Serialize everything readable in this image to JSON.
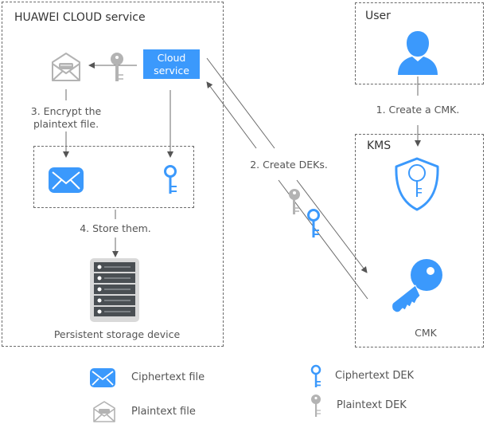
{
  "diagram": {
    "groups": {
      "cloud_service_group": "HUAWEI CLOUD service",
      "user_group": "User",
      "kms_group": "KMS"
    },
    "nodes": {
      "cloud_service_line1": "Cloud",
      "cloud_service_line2": "service",
      "storage_label": "Persistent storage device",
      "cmk_label": "CMK"
    },
    "steps": {
      "step1": "1. Create a CMK.",
      "step2": "2. Create DEKs.",
      "step3_line1": "3. Encrypt the",
      "step3_line2": "plaintext file.",
      "step4": "4. Store them."
    },
    "legend": [
      {
        "icon": "ciphertext-file-icon",
        "label": "Ciphertext file"
      },
      {
        "icon": "plaintext-file-icon",
        "label": "Plaintext file"
      },
      {
        "icon": "ciphertext-dek-icon",
        "label": "Ciphertext DEK"
      },
      {
        "icon": "plaintext-dek-icon",
        "label": "Plaintext DEK"
      }
    ],
    "colors": {
      "accent_blue": "#3b99fc",
      "plaintext_gray": "#b3b3b3",
      "storage_dark": "#4a4f53",
      "storage_frame": "#d9d9d9",
      "line": "#6b6b6b"
    }
  }
}
